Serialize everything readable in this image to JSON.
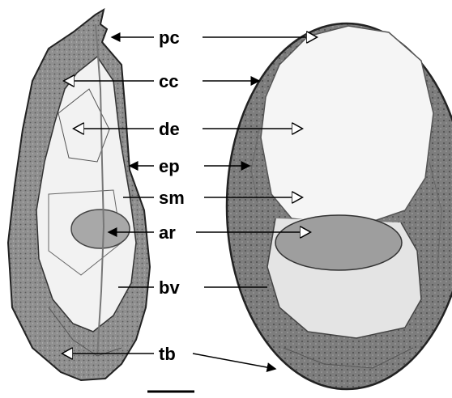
{
  "figure": {
    "labels": {
      "pc": "pc",
      "cc": "cc",
      "de": "de",
      "ep": "ep",
      "sm": "sm",
      "ar": "ar",
      "bv": "bv",
      "tb": "tb"
    },
    "colors": {
      "background": "#ffffff",
      "tissue_gray": "#8c8c8c",
      "inner_light": "#f0f0f0",
      "ink": "#000000"
    }
  }
}
